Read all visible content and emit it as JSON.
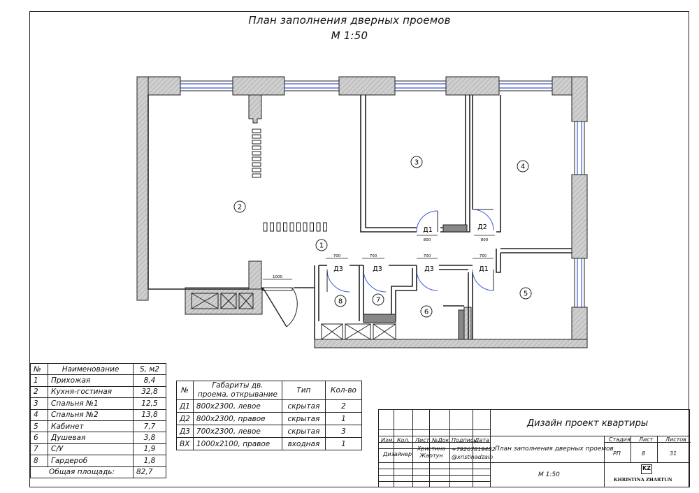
{
  "title": {
    "line1": "План заполнения дверных проемов",
    "line2": "М 1:50"
  },
  "rooms": [
    {
      "id": "1",
      "label": "1"
    },
    {
      "id": "2",
      "label": "2"
    },
    {
      "id": "3",
      "label": "3"
    },
    {
      "id": "4",
      "label": "4"
    },
    {
      "id": "5",
      "label": "5"
    },
    {
      "id": "6",
      "label": "6"
    },
    {
      "id": "7",
      "label": "7"
    },
    {
      "id": "8",
      "label": "8"
    }
  ],
  "doors": [
    {
      "mark": "Д1",
      "width": "800"
    },
    {
      "mark": "Д2",
      "width": "800"
    },
    {
      "mark": "Д3",
      "width": "700"
    },
    {
      "mark": "Д3",
      "width": "700"
    },
    {
      "mark": "Д3",
      "width": "700"
    },
    {
      "mark": "Д1",
      "width": "700"
    },
    {
      "mark": "",
      "width": "1000"
    }
  ],
  "rooms_table": {
    "headers": [
      "№",
      "Наименование",
      "S, м2"
    ],
    "rows": [
      [
        "1",
        "Прихожая",
        "8,4"
      ],
      [
        "2",
        "Кухня-гостиная",
        "32,8"
      ],
      [
        "3",
        "Спальня №1",
        "12,5"
      ],
      [
        "4",
        "Спальня №2",
        "13,8"
      ],
      [
        "5",
        "Кабинет",
        "7,7"
      ],
      [
        "6",
        "Душевая",
        "3,8"
      ],
      [
        "7",
        "С/У",
        "1,9"
      ],
      [
        "8",
        "Гардероб",
        "1,8"
      ]
    ],
    "total_label": "Общая площадь:",
    "total_value": "82,7"
  },
  "doors_table": {
    "headers": [
      "№",
      "Габариты дв. проема, открывание",
      "Тип",
      "Кол-во"
    ],
    "rows": [
      [
        "Д1",
        "800х2300, левое",
        "скрытая",
        "2"
      ],
      [
        "Д2",
        "800х2300, правое",
        "скрытая",
        "1"
      ],
      [
        "Д3",
        "700х2300, левое",
        "скрытая",
        "3"
      ],
      [
        "ВХ",
        "1000х2100, правое",
        "входная",
        "1"
      ]
    ]
  },
  "stamp": {
    "project": "Дизайн проект квартиры",
    "sheet_title": "План заполнения дверных проемов",
    "scale": "М 1:50",
    "col_heads": [
      "Изм.",
      "Кол.",
      "Лист",
      "№Док.",
      "Подпись",
      "Дата"
    ],
    "role": "Дизайнер",
    "person": "Христина Жартун",
    "contact_phone": "+79267819402",
    "contact_handle": "@xristinadzain",
    "stage_label": "Стадия",
    "sheet_label": "Лист",
    "sheets_label": "Листов",
    "stage": "РП",
    "sheet": "8",
    "sheets": "31",
    "logo_mark": "KZ",
    "logo_text": "KHRISTINA ZHARTUN"
  }
}
